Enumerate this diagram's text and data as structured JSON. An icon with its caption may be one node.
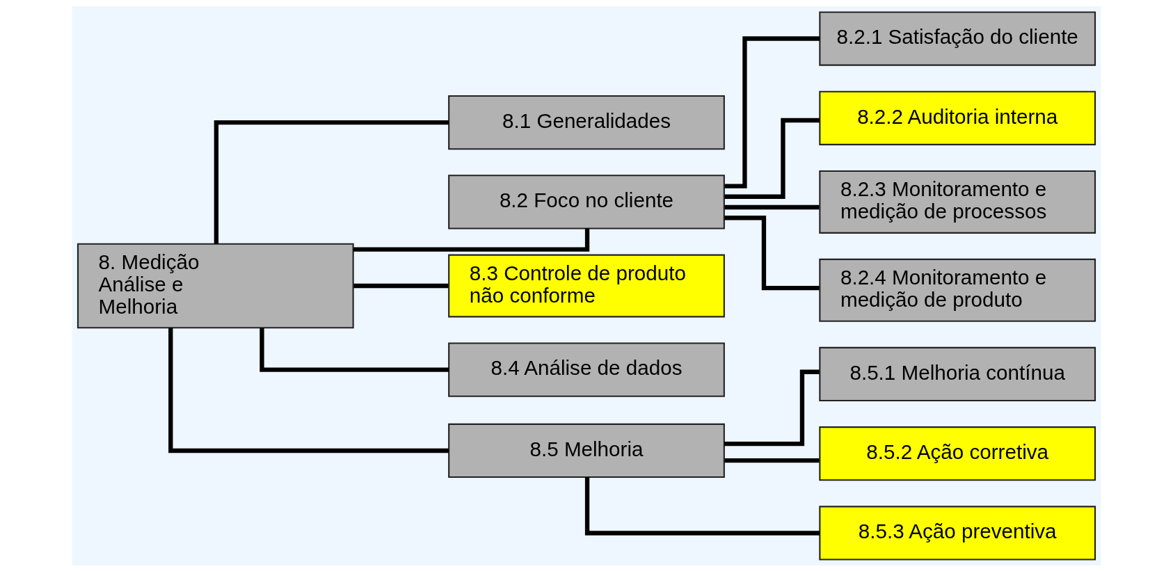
{
  "diagram": {
    "nodes": [
      {
        "text": [
          "8. Medição Análise e Melhoria"
        ]
      },
      {
        "text": [
          "8.1 Generalidades"
        ]
      },
      {
        "text": [
          "8.2 Foco no cliente"
        ]
      },
      {
        "text": [
          "8.3 Controle de produto não conforme"
        ]
      },
      {
        "text": [
          "8.4 Análise de dados"
        ]
      },
      {
        "text": [
          "8.5 Melhoria"
        ]
      },
      {
        "text": [
          "8.2.1 Satisfação do cliente"
        ]
      },
      {
        "text": [
          "8.2.2 Auditoria interna"
        ]
      },
      {
        "text": [
          "8.2.3 Monitoramento e medição de processos"
        ]
      },
      {
        "text": [
          "8.2.4 Monitoramento e medição de produto"
        ]
      },
      {
        "text": [
          "8.5.1 Melhoria contínua"
        ]
      },
      {
        "text": [
          "8.5.2 Ação corretiva"
        ]
      },
      {
        "text": [
          "8.5.3 Ação preventiva"
        ]
      }
    ],
    "edges": [
      {
        "from": 0,
        "to": 1,
        "arrow": "none"
      },
      {
        "from": 0,
        "to": 2,
        "arrow": "none"
      },
      {
        "from": 0,
        "to": 3,
        "arrow": "none"
      },
      {
        "from": 0,
        "to": 4,
        "arrow": "none"
      },
      {
        "from": 0,
        "to": 5,
        "arrow": "none"
      },
      {
        "from": 2,
        "to": 6,
        "arrow": "none"
      },
      {
        "from": 2,
        "to": 7,
        "arrow": "none"
      },
      {
        "from": 2,
        "to": 8,
        "arrow": "none"
      },
      {
        "from": 2,
        "to": 9,
        "arrow": "none"
      },
      {
        "from": 5,
        "to": 10,
        "arrow": "none"
      },
      {
        "from": 5,
        "to": 11,
        "arrow": "none"
      },
      {
        "from": 5,
        "to": 12,
        "arrow": "none"
      }
    ]
  }
}
